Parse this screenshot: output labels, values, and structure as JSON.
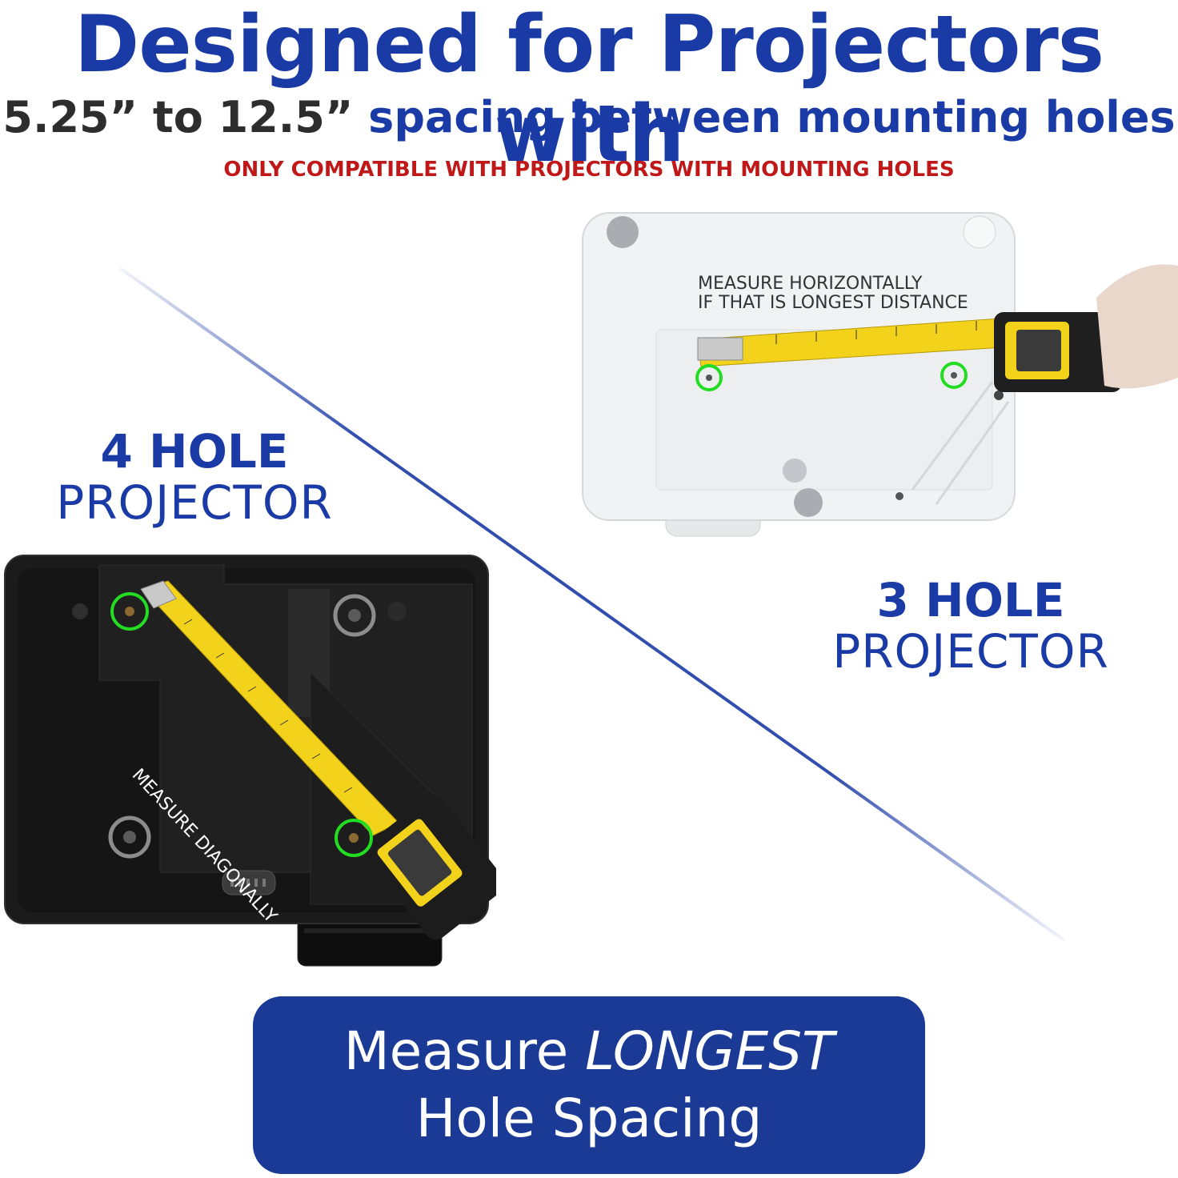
{
  "header": {
    "title": "Designed for Projectors with",
    "range": "5.25” to 12.5”",
    "spacing_text": "spacing between mounting holes",
    "notice": "ONLY COMPATIBLE WITH PROJECTORS WITH MOUNTING HOLES"
  },
  "four_hole": {
    "count_label": "4 HOLE",
    "type_label": "PROJECTOR",
    "instruction": "MEASURE DIAGONALLY"
  },
  "three_hole": {
    "count_label": "3 HOLE",
    "type_label": "PROJECTOR",
    "instruction_line1": "MEASURE HORIZONTALLY",
    "instruction_line2": "IF THAT IS LONGEST DISTANCE"
  },
  "callout": {
    "prefix": "Measure ",
    "emphasis": "LONGEST",
    "line2": "Hole Spacing"
  },
  "colors": {
    "brand_blue": "#1a3aa6",
    "pill_blue": "#1a3a96",
    "warning_red": "#c01818",
    "highlight_green": "#22dd22",
    "tape_yellow": "#f2d21a"
  }
}
